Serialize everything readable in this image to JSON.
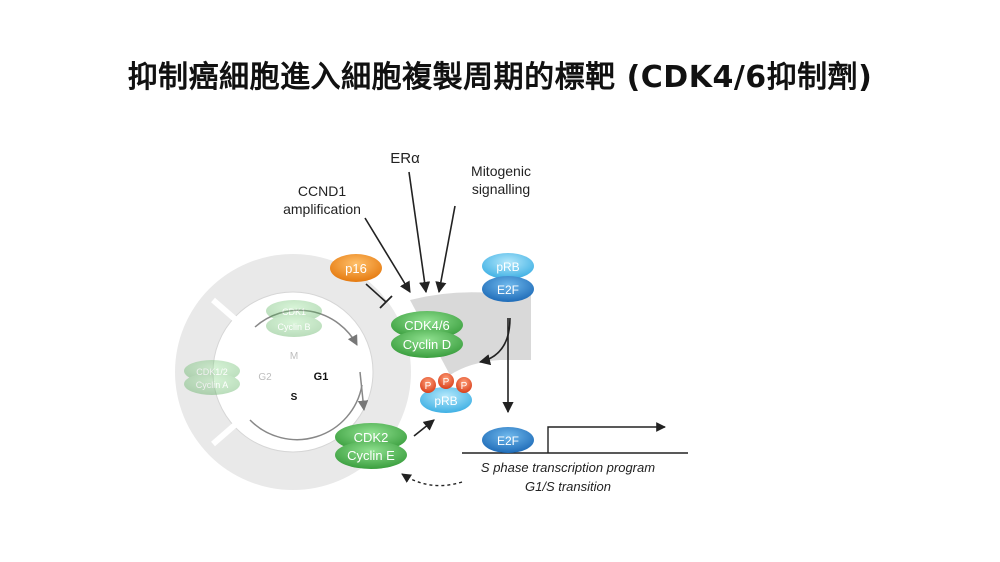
{
  "title": "抑制癌細胞進入細胞複製周期的標靶 (CDK4/6抑制劑)",
  "diagram": {
    "inputs": {
      "ccnd1_line1": "CCND1",
      "ccnd1_line2": "amplification",
      "er": "ERα",
      "mito_line1": "Mitogenic",
      "mito_line2": "signalling"
    },
    "p16": "p16",
    "cdk46": {
      "line1": "CDK4/6",
      "line2": "Cyclin D"
    },
    "cdk2": {
      "line1": "CDK2",
      "line2": "Cyclin E"
    },
    "cdk1_cyclinb": {
      "line1": "CDK1",
      "line2": "Cyclin B"
    },
    "cdk12_cyclina": {
      "line1": "CDK1/2",
      "line2": "Cyclin A"
    },
    "phases": {
      "m": "M",
      "g1": "G1",
      "g2": "G2",
      "s": "S"
    },
    "prb_top": "pRB",
    "e2f_top": "E2F",
    "phospho": [
      "P",
      "P",
      "P"
    ],
    "prb_phos": "pRB",
    "e2f_bottom": "E2F",
    "caption_line1": "S phase transcription program",
    "caption_line2": "G1/S transition"
  },
  "colors": {
    "green": "#4cb050",
    "orange": "#f08a1d",
    "blue_light": "#5fc3ee",
    "blue_dark": "#2a7fc8",
    "phospho_red": "#e8502a",
    "ring_gray": "#e6e6e6"
  }
}
